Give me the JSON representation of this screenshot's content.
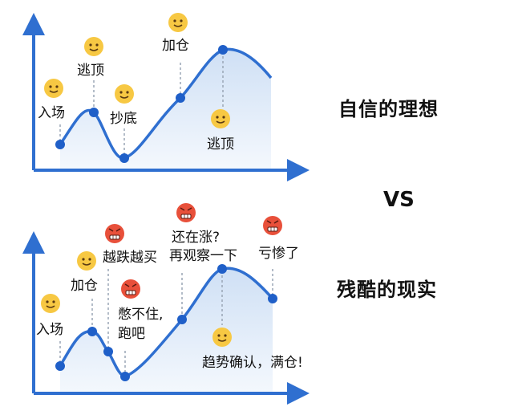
{
  "ideal": {
    "title": "自信的理想",
    "labels": {
      "entry": "入场",
      "escape1": "逃顶",
      "bottom": "抄底",
      "add": "加仓",
      "escape2": "逃顶"
    },
    "faces": [
      "happy",
      "happy",
      "happy",
      "happy",
      "happy"
    ]
  },
  "vs": "VS",
  "reality": {
    "title": "残酷的现实",
    "labels": {
      "entry": "入场",
      "add": "加仓",
      "falling": "越跌越买",
      "give_up_1": "憋不住,",
      "give_up_2": "跑吧",
      "still_rising_1": "还在涨?",
      "still_rising_2": "再观察一下",
      "loss": "亏惨了",
      "trend_confirmed": "趋势确认，满仓!"
    },
    "faces": [
      "happy",
      "happy",
      "angry",
      "angry",
      "angry",
      "angry",
      "happy"
    ]
  },
  "colors": {
    "curve": "#2f6fd0",
    "axis": "#2f6fd0",
    "fill": "#e6effa",
    "dot": "#1f5fc8",
    "happy_face": "#f7c843",
    "angry_face": "#e8503a"
  }
}
